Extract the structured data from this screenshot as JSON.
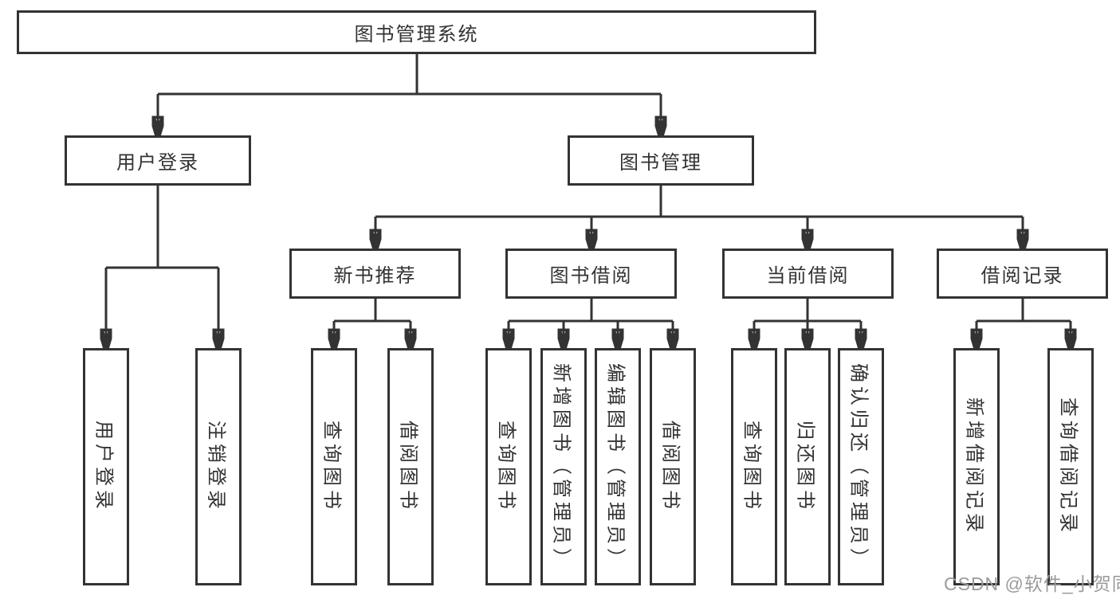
{
  "diagram": {
    "title": "图书管理系统",
    "watermark": "CSDN @软件_小贺同学",
    "colors": {
      "line": "#333333",
      "text": "#333333",
      "box_background": "#ffffff",
      "watermark": "#9b9b9b"
    },
    "nodes": {
      "root": "图书管理系统",
      "user_login": "用户登录",
      "book_mgmt": "图书管理",
      "new_rec": "新书推荐",
      "borrow": "图书借阅",
      "current": "当前借阅",
      "records": "借阅记录"
    },
    "leaves": {
      "user_login": [
        "用户登录",
        "注销登录"
      ],
      "new_rec": [
        "查询图书",
        "借阅图书"
      ],
      "borrow": [
        "查询图书",
        "新增图书（管理员）",
        "编辑图书（管理员）",
        "借阅图书"
      ],
      "current": [
        "查询图书",
        "归还图书",
        "确认归还（管理员）"
      ],
      "records": [
        "新增借阅记录",
        "查询借阅记录"
      ]
    }
  }
}
